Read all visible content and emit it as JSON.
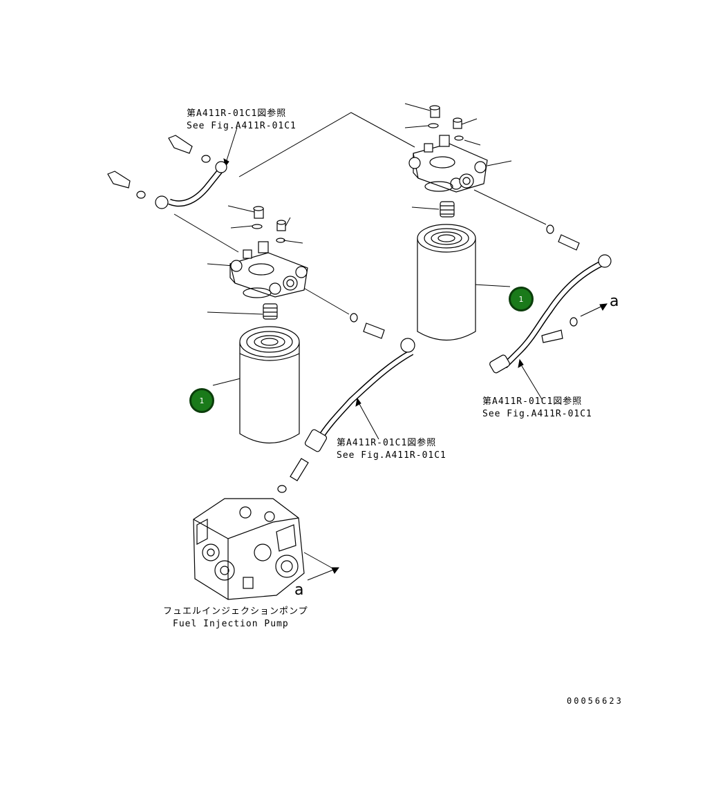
{
  "labels": {
    "ref_top_jp": "第A411R-01C1図参照",
    "ref_top_en": "See Fig.A411R-01C1",
    "ref_right_jp": "第A411R-01C1図参照",
    "ref_right_en": "See Fig.A411R-01C1",
    "ref_mid_jp": "第A411R-01C1図参照",
    "ref_mid_en": "See Fig.A411R-01C1",
    "pump_jp": "フュエルインジェクションポンプ",
    "pump_en": "Fuel Injection Pump",
    "drawing_number": "00056623",
    "arrow_letter_right": "a",
    "arrow_letter_bottom": "a"
  },
  "callouts": [
    {
      "id": "filter-right",
      "number": "1"
    },
    {
      "id": "filter-left",
      "number": "1"
    }
  ],
  "colors": {
    "callout_fill": "#1a7a1a",
    "line": "#000000"
  }
}
